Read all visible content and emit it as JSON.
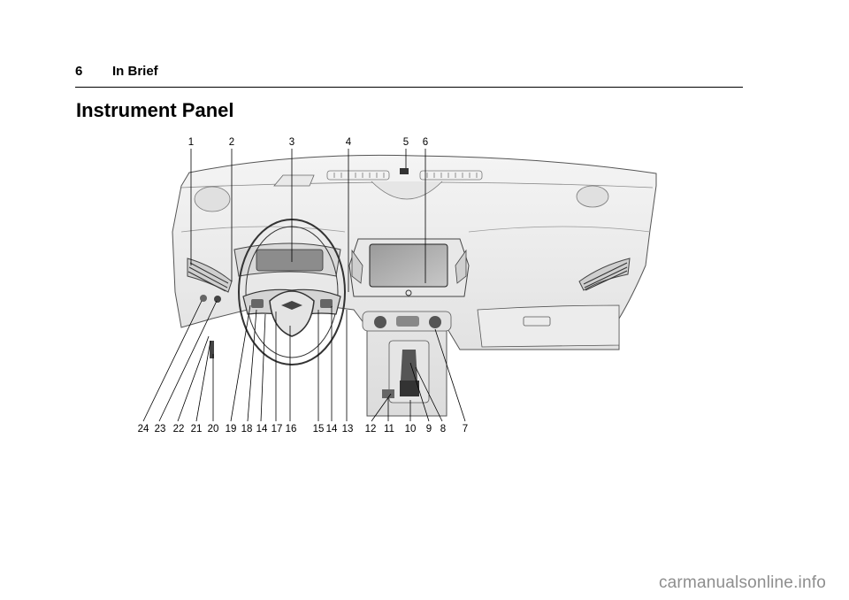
{
  "header": {
    "page_number": "6",
    "section": "In Brief"
  },
  "title": "Instrument Panel",
  "figure": {
    "top_callouts": [
      "1",
      "2",
      "3",
      "4",
      "5",
      "6"
    ],
    "bottom_callouts": [
      "24",
      "23",
      "22",
      "21",
      "20",
      "19",
      "18",
      "14",
      "17",
      "16",
      "15",
      "14",
      "13",
      "12",
      "11",
      "10",
      "9",
      "8",
      "7"
    ]
  },
  "watermark": "carmanualsonline.info"
}
